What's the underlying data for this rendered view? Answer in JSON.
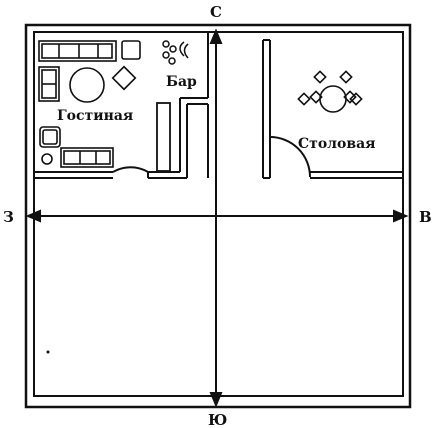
{
  "compass": {
    "north": "С",
    "south": "Ю",
    "west": "З",
    "east": "В"
  },
  "rooms": {
    "living": "Гостиная",
    "bar": "Бар",
    "dining": "Столовая"
  },
  "colors": {
    "ink": "#111111",
    "paper": "#ffffff"
  }
}
